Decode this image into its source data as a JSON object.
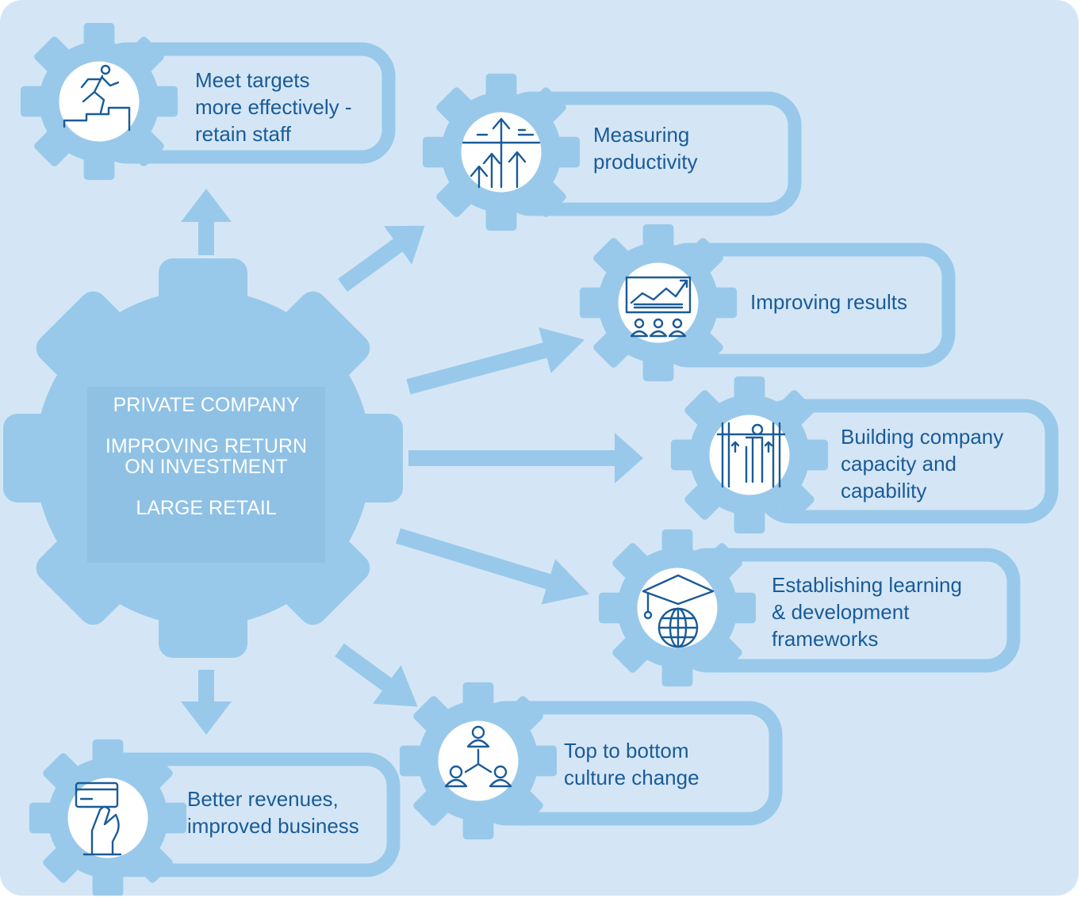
{
  "central": {
    "lines": [
      "PRIVATE COMPANY",
      "IMPROVING RETURN",
      "ON INVESTMENT",
      "LARGE RETAIL"
    ]
  },
  "nodes": [
    {
      "id": "meet-targets",
      "icon": "running-up-stairs-icon",
      "lines": [
        "Meet targets",
        "more effectively -",
        "retain staff"
      ]
    },
    {
      "id": "measuring-productivity",
      "icon": "rising-arrows-icon",
      "lines": [
        "Measuring",
        "productivity"
      ]
    },
    {
      "id": "improving-results",
      "icon": "presentation-chart-audience-icon",
      "lines": [
        "Improving results"
      ]
    },
    {
      "id": "building-capacity",
      "icon": "person-growth-bars-icon",
      "lines": [
        "Building company",
        "capacity and",
        "capability"
      ]
    },
    {
      "id": "learning-development",
      "icon": "graduation-cap-globe-icon",
      "lines": [
        "Establishing learning",
        "& development",
        "frameworks"
      ]
    },
    {
      "id": "culture-change",
      "icon": "people-hierarchy-icon",
      "lines": [
        "Top to bottom",
        "culture change"
      ]
    },
    {
      "id": "better-revenues",
      "icon": "hand-card-payment-icon",
      "lines": [
        "Better revenues,",
        "improved business"
      ]
    }
  ],
  "colors": {
    "background": "#d4e6f6",
    "gear": "#99c9ea",
    "central_text_box": "#8fc1e5",
    "label_text": "#1a5b98",
    "icon_stroke": "#1a5b98"
  }
}
